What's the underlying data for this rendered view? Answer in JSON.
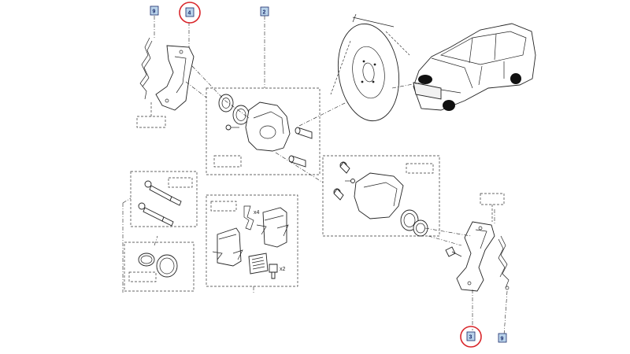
{
  "callouts": {
    "c9_top": "9",
    "c4_top": "4",
    "c2_top": "2",
    "c3_bottom": "3",
    "c9_bottom": "9"
  },
  "multipliers": {
    "clips": "x4",
    "bolts": "x2"
  },
  "colors": {
    "highlight_ring": "#d9262b",
    "callout_fill": "#b9d3ea",
    "callout_text": "#1a2a6a",
    "line": "#222222"
  }
}
